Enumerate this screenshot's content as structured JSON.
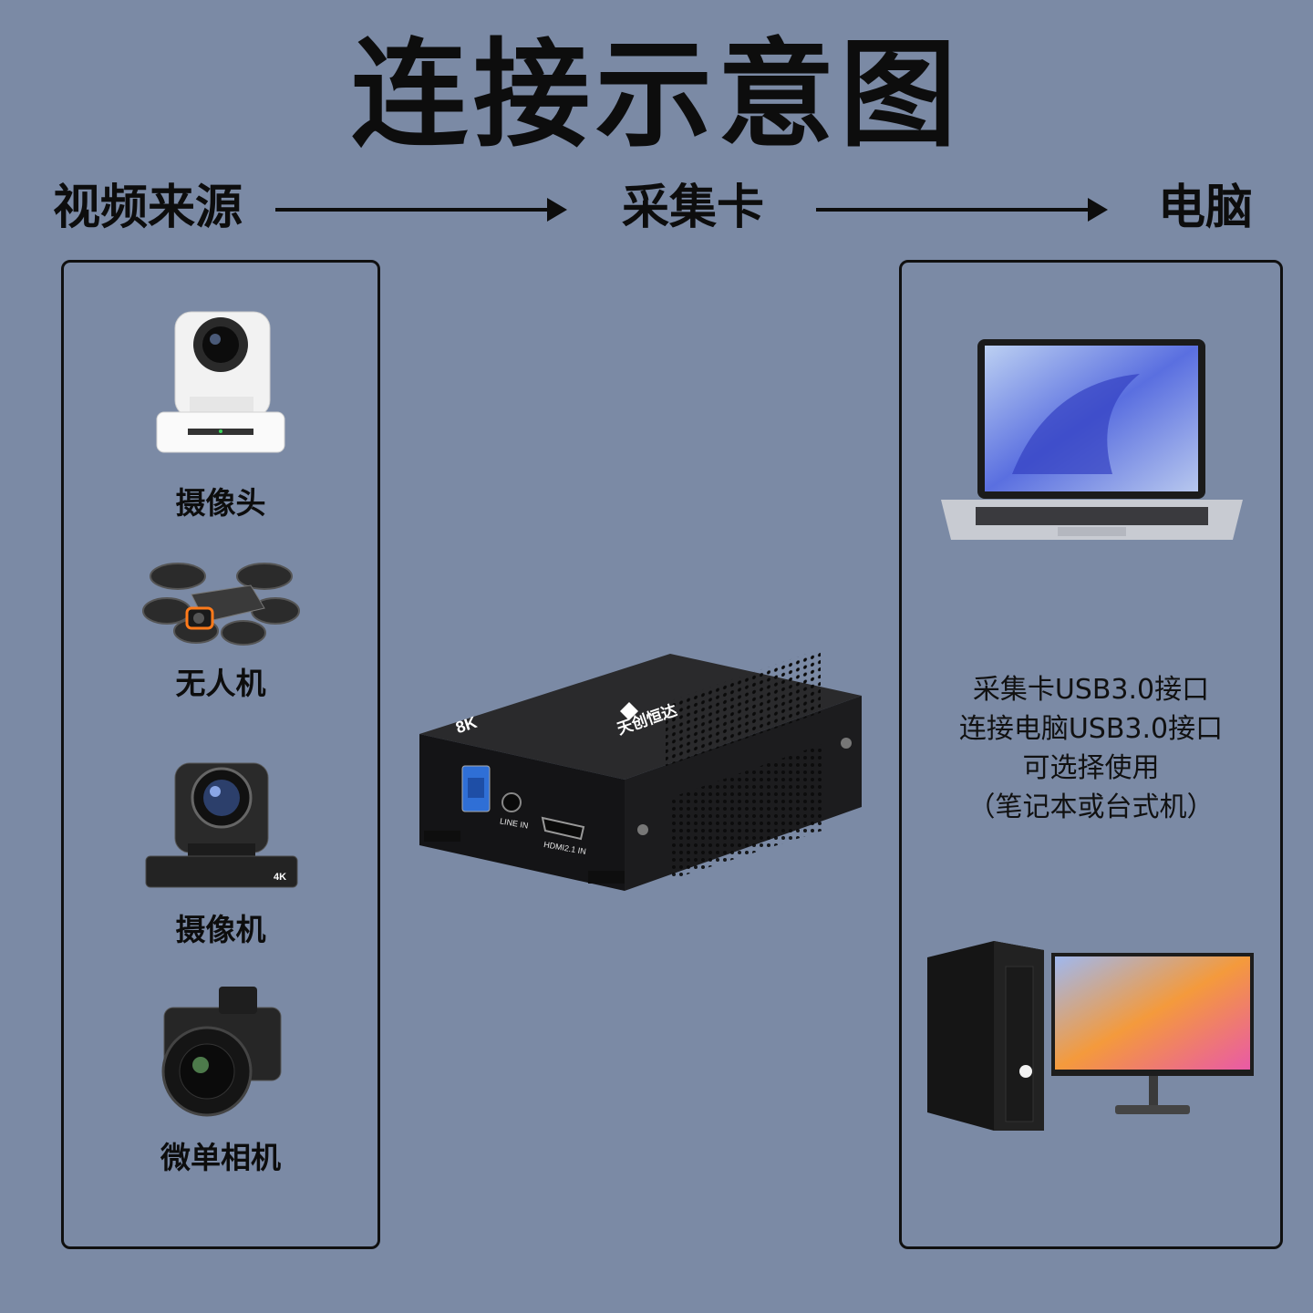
{
  "title": "连接示意图",
  "flow": {
    "source": "视频来源",
    "card": "采集卡",
    "computer": "电脑"
  },
  "sources": [
    {
      "label": "摄像头",
      "icon": "ptz-camera-icon"
    },
    {
      "label": "无人机",
      "icon": "drone-icon"
    },
    {
      "label": "摄像机",
      "icon": "video-camera-icon"
    },
    {
      "label": "微单相机",
      "icon": "mirrorless-camera-icon"
    }
  ],
  "capture_card": {
    "model_badge": "8K",
    "brand": "天创恒达",
    "port_line_in": "LINE IN",
    "port_hdmi": "HDMI2.1 IN"
  },
  "computer_panel": {
    "description": [
      "采集卡USB3.0接口",
      "连接电脑USB3.0接口",
      "可选择使用",
      "（笔记本或台式机）"
    ],
    "laptop_icon": "laptop-icon",
    "desktop_icon": "desktop-pc-icon"
  },
  "colors": {
    "background": "#7b8aa5",
    "text": "#0d0d0d",
    "device_body": "#1c1c1e",
    "usb_port": "#2f6fd6"
  }
}
